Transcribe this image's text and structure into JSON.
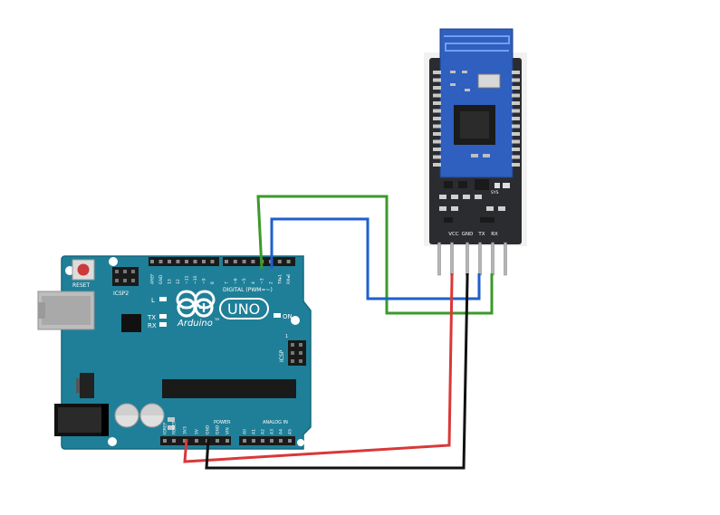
{
  "arduino": {
    "reset_label": "RESET",
    "icsp2_label": "ICSP2",
    "digital_label": "DIGITAL (PWM=~)",
    "top_pins": [
      "AREF",
      "GND",
      "13",
      "12",
      "~11",
      "~10",
      "~9",
      "8",
      "7",
      "~6",
      "~5",
      "4",
      "~3",
      "2",
      "TX▸1",
      "RX◂0"
    ],
    "l_label": "L",
    "tx_label": "TX",
    "rx_label": "RX",
    "on_label": "ON",
    "brand": "Arduino",
    "tm": "TM",
    "model": "UNO",
    "icsp_label": "ICSP",
    "icsp_pin1": "1",
    "power_label": "POWER",
    "analog_label": "ANALOG IN",
    "power_pins": [
      "IOREF",
      "RESET",
      "3V3",
      "5V",
      "GND",
      "GND",
      "VIN"
    ],
    "analog_pins": [
      "A0",
      "A1",
      "A2",
      "A3",
      "A4",
      "A5"
    ]
  },
  "module": {
    "pins": [
      "VCC",
      "GND",
      "TX",
      "RX"
    ],
    "sys_label": "SYS"
  },
  "colors": {
    "board": "#1f7f98",
    "board_edge": "#14687e",
    "module_pcb": "#2a2c30",
    "antenna_pcb": "#2f5fbf",
    "wire_green": "#3a9a2a",
    "wire_blue": "#1e5fcf",
    "wire_red": "#d93838",
    "wire_black": "#111111"
  }
}
